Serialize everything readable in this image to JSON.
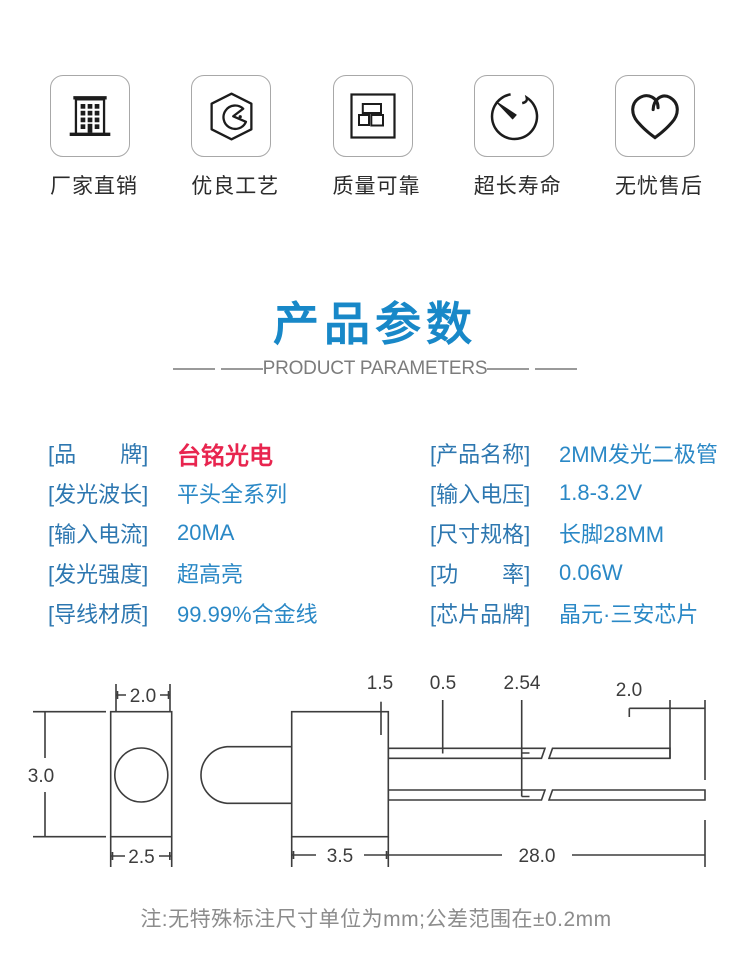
{
  "features": [
    {
      "icon": "building",
      "label": "厂家直销"
    },
    {
      "icon": "craft",
      "label": "优良工艺"
    },
    {
      "icon": "quality",
      "label": "质量可靠"
    },
    {
      "icon": "timer",
      "label": "超长寿命"
    },
    {
      "icon": "heart",
      "label": "无忧售后"
    }
  ],
  "section": {
    "title": "产品参数",
    "subtitle": "PRODUCT PARAMETERS"
  },
  "parameters": {
    "left": [
      {
        "label": "[品　　牌]",
        "value": "台铭光电"
      },
      {
        "label": "[发光波长]",
        "value": "平头全系列"
      },
      {
        "label": "[输入电流]",
        "value": "20MA"
      },
      {
        "label": "[发光强度]",
        "value": "超高亮"
      },
      {
        "label": "[导线材质]",
        "value": "99.99%合金线"
      }
    ],
    "right": [
      {
        "label": "[产品名称]",
        "value": "2MM发光二极管"
      },
      {
        "label": "[输入电压]",
        "value": "1.8-3.2V"
      },
      {
        "label": "[尺寸规格]",
        "value": "长脚28MM"
      },
      {
        "label": "[功　　率]",
        "value": "0.06W"
      },
      {
        "label": "[芯片品牌]",
        "value": "晶元·三安芯片"
      }
    ]
  },
  "drawing": {
    "dims": {
      "front_top_width": "2.0",
      "front_height": "3.0",
      "front_bottom_width": "2.5",
      "standoff": "1.5",
      "lead_thickness": "0.5",
      "lead_pitch": "2.54",
      "lead_diff": "2.0",
      "body_length": "3.5",
      "lead_length": "28.0"
    }
  },
  "note": "注:无特殊标注尺寸单位为mm;公差范围在±0.2mm",
  "colors": {
    "accent_blue": "#1888c8",
    "label_blue": "#2d77b0",
    "value_blue": "#2a88c6",
    "brand_red": "#e8254f"
  }
}
